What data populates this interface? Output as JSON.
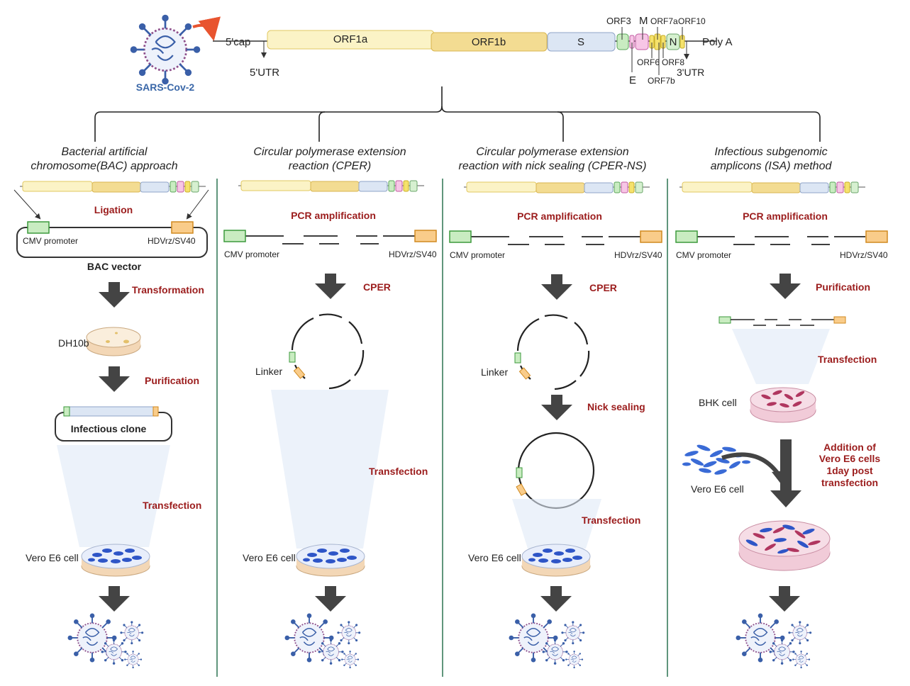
{
  "virus": {
    "name": "SARS-Cov-2"
  },
  "genome": {
    "cap": "5'cap",
    "utr5": "5'UTR",
    "utr3": "3'UTR",
    "polyA": "Poly A",
    "segments": {
      "orf1a": "ORF1a",
      "orf1b": "ORF1b",
      "s": "S",
      "n": "N",
      "orf3": "ORF3",
      "m": "M",
      "orf7a": "ORF7a",
      "orf10": "ORF10",
      "e": "E",
      "orf6": "ORF6",
      "orf8": "ORF8",
      "orf7b": "ORF7b"
    }
  },
  "colors": {
    "orf1a": "#fbf3c6",
    "orf1b": "#f3dc92",
    "s": "#dce6f4",
    "arrow": "#444444",
    "step_text": "#9b1c1c",
    "divider": "#4f8a6e",
    "green_box": "#c9ecc1",
    "orange_box": "#f9cc8a"
  },
  "panels": {
    "bac": {
      "title_line1": "Bacterial artificial",
      "title_line2": "chromosome(BAC) approach",
      "ligation": "Ligation",
      "cmv": "CMV promoter",
      "hdv": "HDVrz/SV40",
      "vector": "BAC vector",
      "transformation": "Transformation",
      "host": "DH10b",
      "purification": "Purification",
      "clone": "Infectious clone",
      "transfection": "Transfection",
      "cell": "Vero E6 cell"
    },
    "cper": {
      "title_line1": "Circular polymerase extension",
      "title_line2": "reaction (CPER)",
      "pcr": "PCR amplification",
      "cmv": "CMV promoter",
      "hdv": "HDVrz/SV40",
      "cper_step": "CPER",
      "linker": "Linker",
      "transfection": "Transfection",
      "cell": "Vero E6 cell"
    },
    "cperns": {
      "title_line1": "Circular polymerase extension",
      "title_line2": "reaction with nick sealing (CPER-NS)",
      "pcr": "PCR amplification",
      "cmv": "CMV promoter",
      "hdv": "HDVrz/SV40",
      "cper_step": "CPER",
      "linker": "Linker",
      "nick": "Nick sealing",
      "transfection": "Transfection",
      "cell": "Vero E6 cell"
    },
    "isa": {
      "title_line1": "Infectious subgenomic",
      "title_line2": "amplicons (ISA) method",
      "pcr": "PCR amplification",
      "cmv": "CMV promoter",
      "hdv": "HDVrz/SV40",
      "purification": "Purification",
      "transfection": "Transfection",
      "bhk": "BHK cell",
      "addition_l1": "Addition of",
      "addition_l2": "Vero E6 cells",
      "addition_l3": "1day post",
      "addition_l4": "transfection",
      "vero": "Vero E6 cell"
    }
  }
}
